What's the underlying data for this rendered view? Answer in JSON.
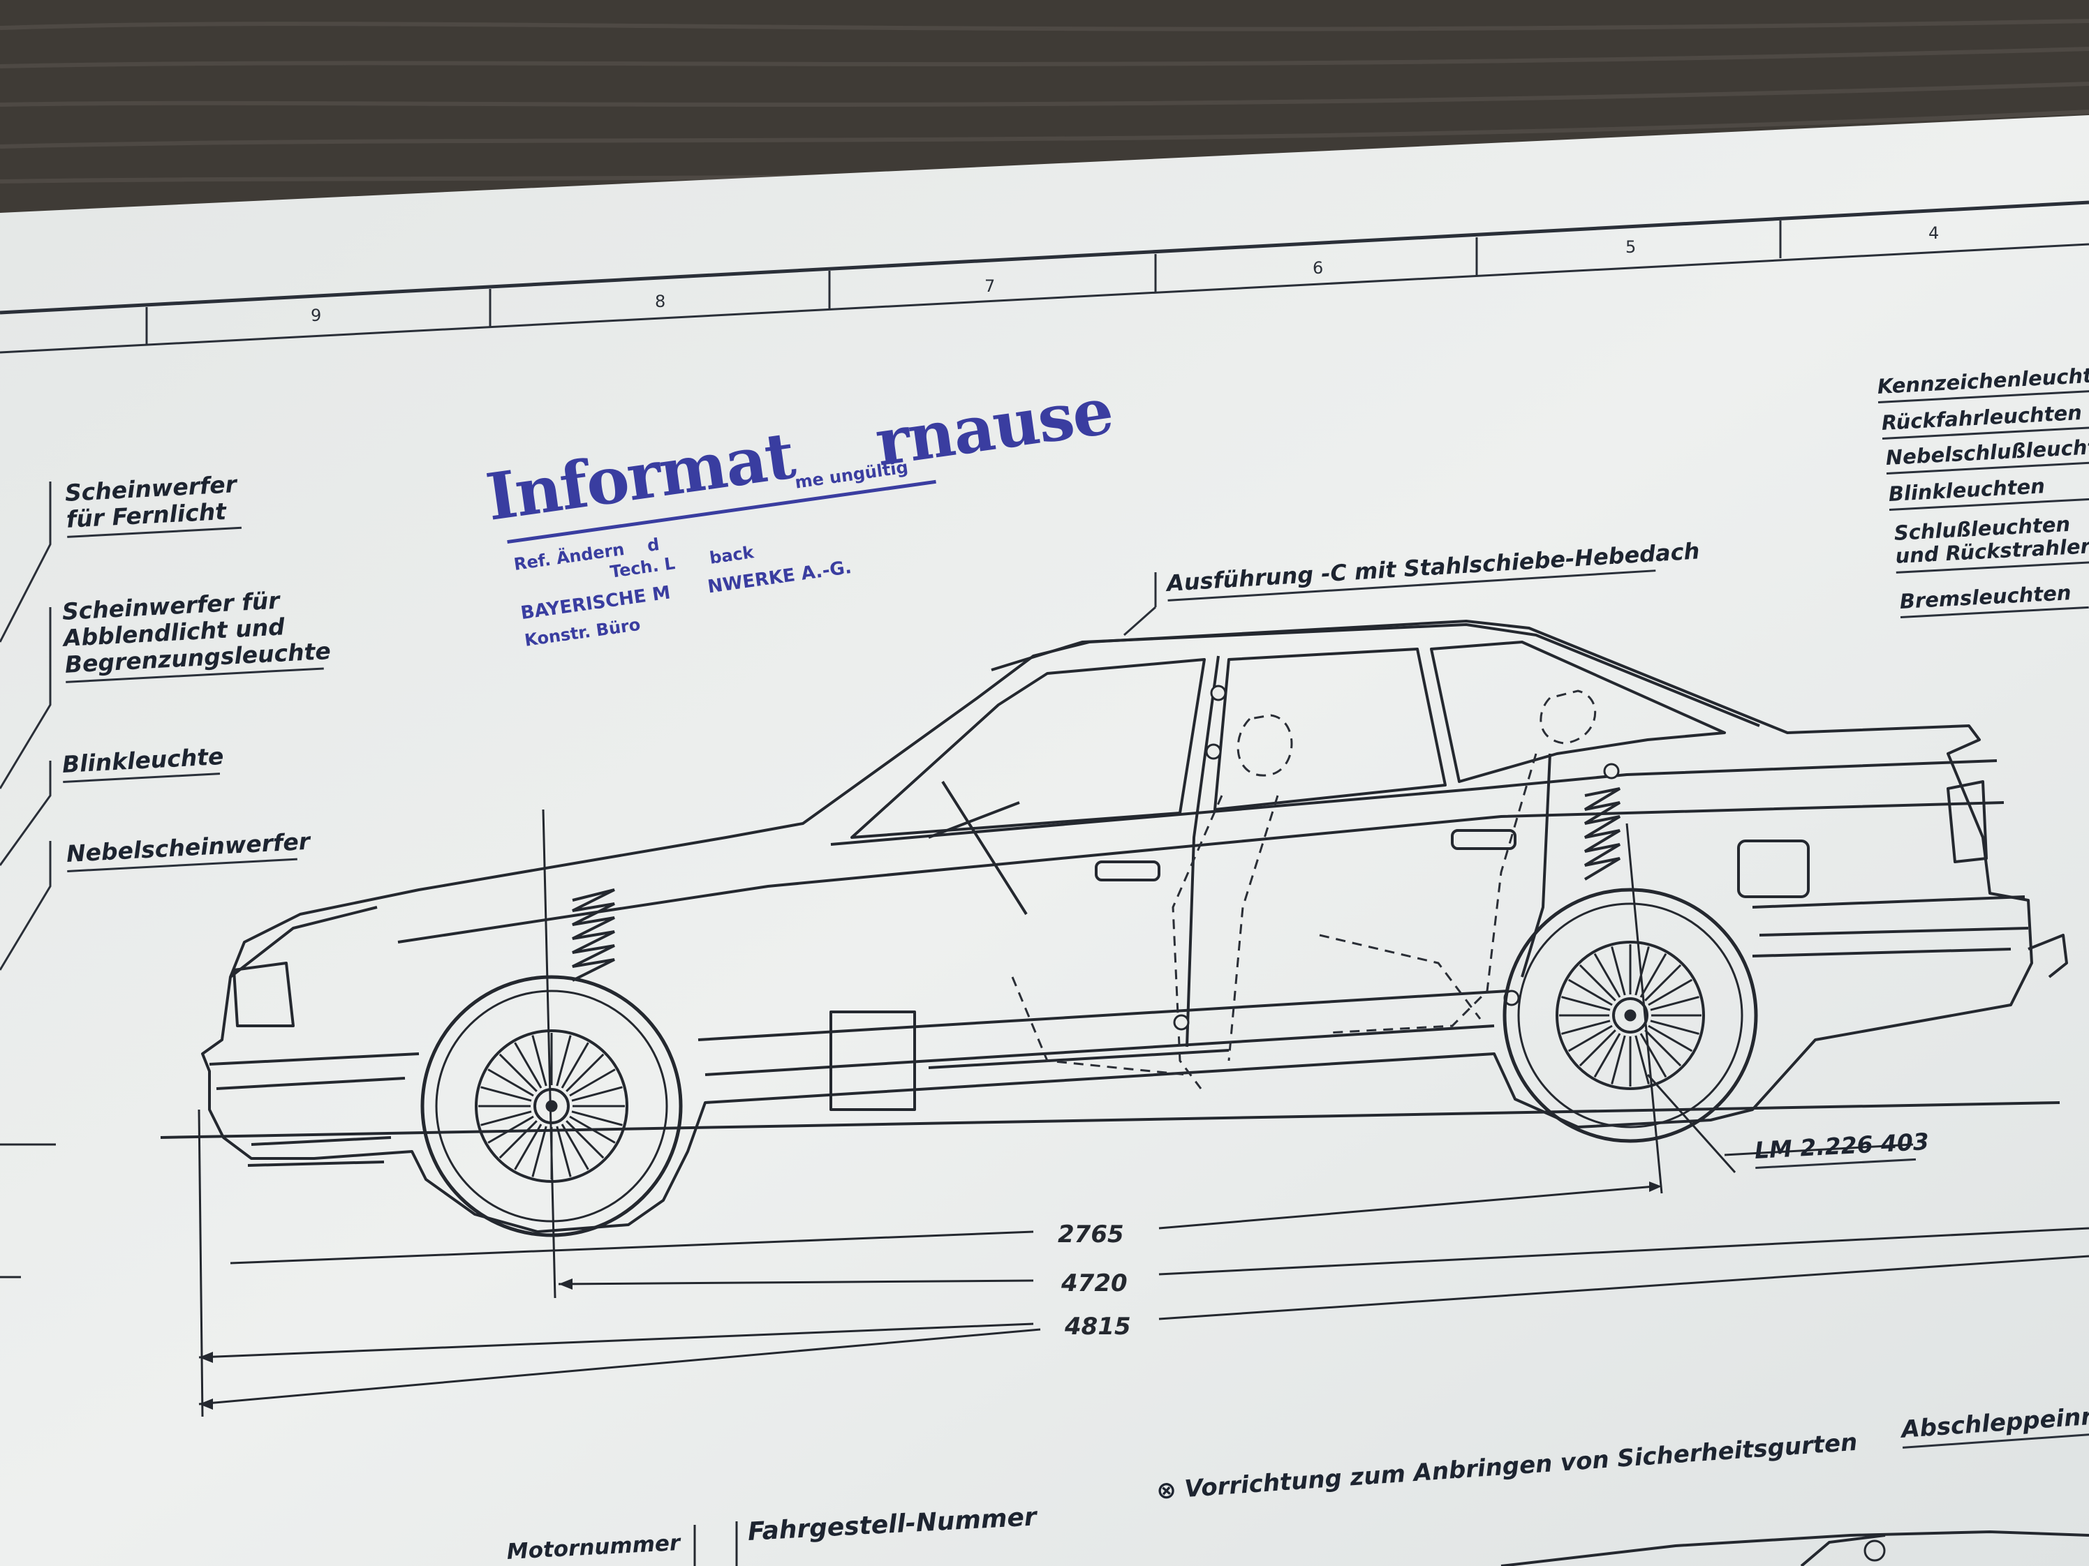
{
  "scene": {
    "colors": {
      "table": "#3e3b37",
      "paper": "#eceeec",
      "ink": "#1d2430",
      "stamp": "#2b2f9a"
    }
  },
  "grid": {
    "numbers": [
      "9",
      "8",
      "7",
      "6",
      "5",
      "4"
    ]
  },
  "callouts": {
    "fernlicht": "Scheinwerfer\nfür Fernlicht",
    "abblendlicht": "Scheinwerfer für\nAbblendlicht und\nBegrenzungsleuchte",
    "blinkleuchte": "Blinkleuchte",
    "nebelscheinwerfer": "Nebelscheinwerfer",
    "ausfuehrung": "Ausführung -C mit Stahlschiebe-Hebedach",
    "kennzeichen": "Kennzeichenleuchten",
    "rueckfahr": "Rückfahrleuchten",
    "nebelschluss": "Nebelschlußleuchten",
    "blinkleuchten": "Blinkleuchten",
    "schluss": "Schlußleuchten\nund Rückstrahler",
    "brems": "Bremsleuchten",
    "lm": "LM 2.226 403"
  },
  "dimensions": {
    "wheelbase": "2765",
    "overhang_length": "4720",
    "overall_length": "4815"
  },
  "stamp": {
    "title": "Informat    rnause",
    "line1": "me ungültig",
    "line2": "Ref. Ändern    d",
    "line3": "Tech. L      back",
    "line4": "BAYERISCHE M      NWERKE A.-G.",
    "line5": "Konstr. Büro"
  },
  "footer": {
    "sicherheitsgurte": "⊗ Vorrichtung zum Anbringen von Sicherheitsgurten",
    "abschlepp": "Abschleppeinrich",
    "motornummer": "Motornummer",
    "fahrgestell": "Fahrgestell-Nummer"
  }
}
